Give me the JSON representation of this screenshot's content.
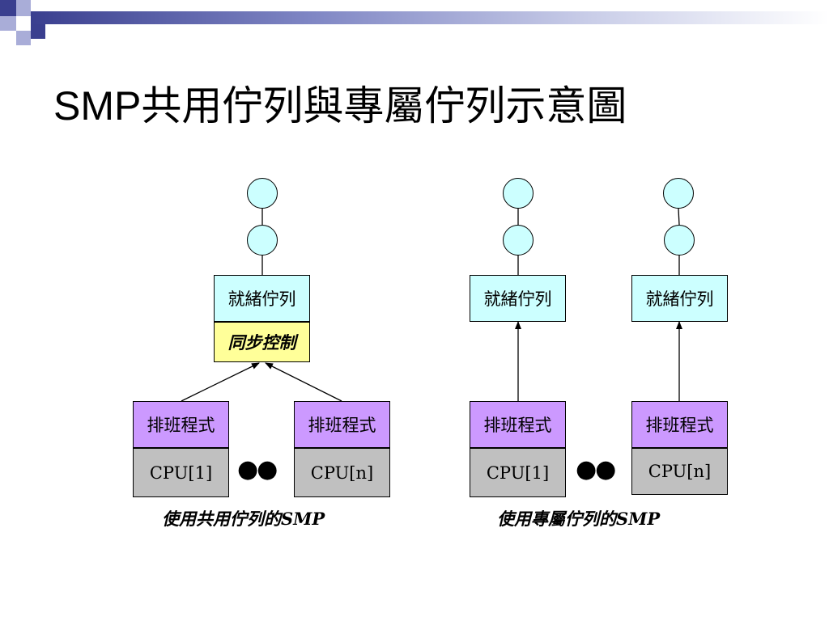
{
  "title": {
    "latin": "SMP",
    "cjk": "共用佇列與專屬佇列示意圖"
  },
  "colors": {
    "queue": "#ccffff",
    "sync": "#ffff99",
    "scheduler": "#cc99ff",
    "cpu": "#c0c0c0",
    "accent": "#3a3f8f"
  },
  "shared": {
    "queue_label": "就緒佇列",
    "sync_label": "同步控制",
    "scheduler_label_1": "排班程式",
    "scheduler_label_2": "排班程式",
    "cpu_label_1": "CPU[1]",
    "cpu_label_2": "CPU[n]",
    "ellipsis": "●●",
    "caption": "使用共用佇列的SMP"
  },
  "dedicated": {
    "queue_label_1": "就緒佇列",
    "queue_label_2": "就緒佇列",
    "scheduler_label_1": "排班程式",
    "scheduler_label_2": "排班程式",
    "cpu_label_1": "CPU[1]",
    "cpu_label_2": "CPU[n]",
    "ellipsis": "●●",
    "caption": "使用專屬佇列的SMP"
  }
}
